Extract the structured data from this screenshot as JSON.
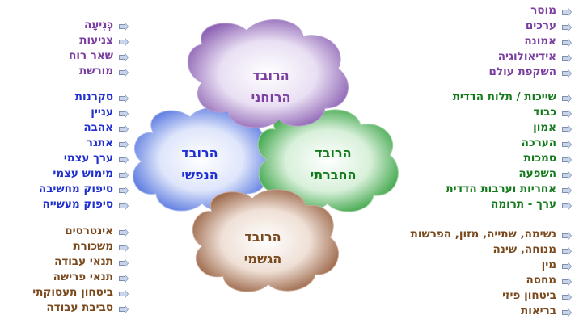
{
  "colors": {
    "spiritual": "#7a3fa0",
    "mental": "#1f2ed0",
    "social": "#147a1c",
    "physical": "#7a4a1e"
  },
  "icon": "bullet-arrow-icon",
  "clouds": {
    "spiritual": {
      "line1": "הרובד",
      "line2": "הרוחני"
    },
    "mental": {
      "line1": "הרובד",
      "line2": "הנפשי"
    },
    "social": {
      "line1": "הרובד",
      "line2": "החברתי"
    },
    "physical": {
      "line1": "הרובד",
      "line2": "הגשמי"
    }
  },
  "lists": {
    "spiritual_right": [
      "מוסר",
      "ערכים",
      "אמונה",
      "אידיאולוגיה",
      "השקפת עולם"
    ],
    "spiritual_left": [
      "כְּנִיעָה",
      "צניעות",
      "שאר רוח",
      "מורשת"
    ],
    "social_right": [
      "שייכות / תלות הדדית",
      "כבוד",
      "אמון",
      "הערכה",
      "סמכות",
      "השפעה",
      "אחריות וערבות הדדית",
      "ערך - תרומה"
    ],
    "mental_left": [
      "סקרנות",
      "עניין",
      "אהבה",
      "אתגר",
      "ערך עצמי",
      "מימוש עצמי",
      "סיפוק מחשיבה",
      "סיפוק מעשייה"
    ],
    "physical_right": [
      "נשימה, שתייה, מזון, הפרשות",
      "מנוחה, שינה",
      "מין",
      "מחסה",
      "ביטחון פיזי",
      "בריאות"
    ],
    "physical_left": [
      "אינטרסים",
      "משכורת",
      "תנאי עבודה",
      "תנאי פרישה",
      "ביטחון תעסוקתי",
      "סביבת עבודה"
    ]
  }
}
